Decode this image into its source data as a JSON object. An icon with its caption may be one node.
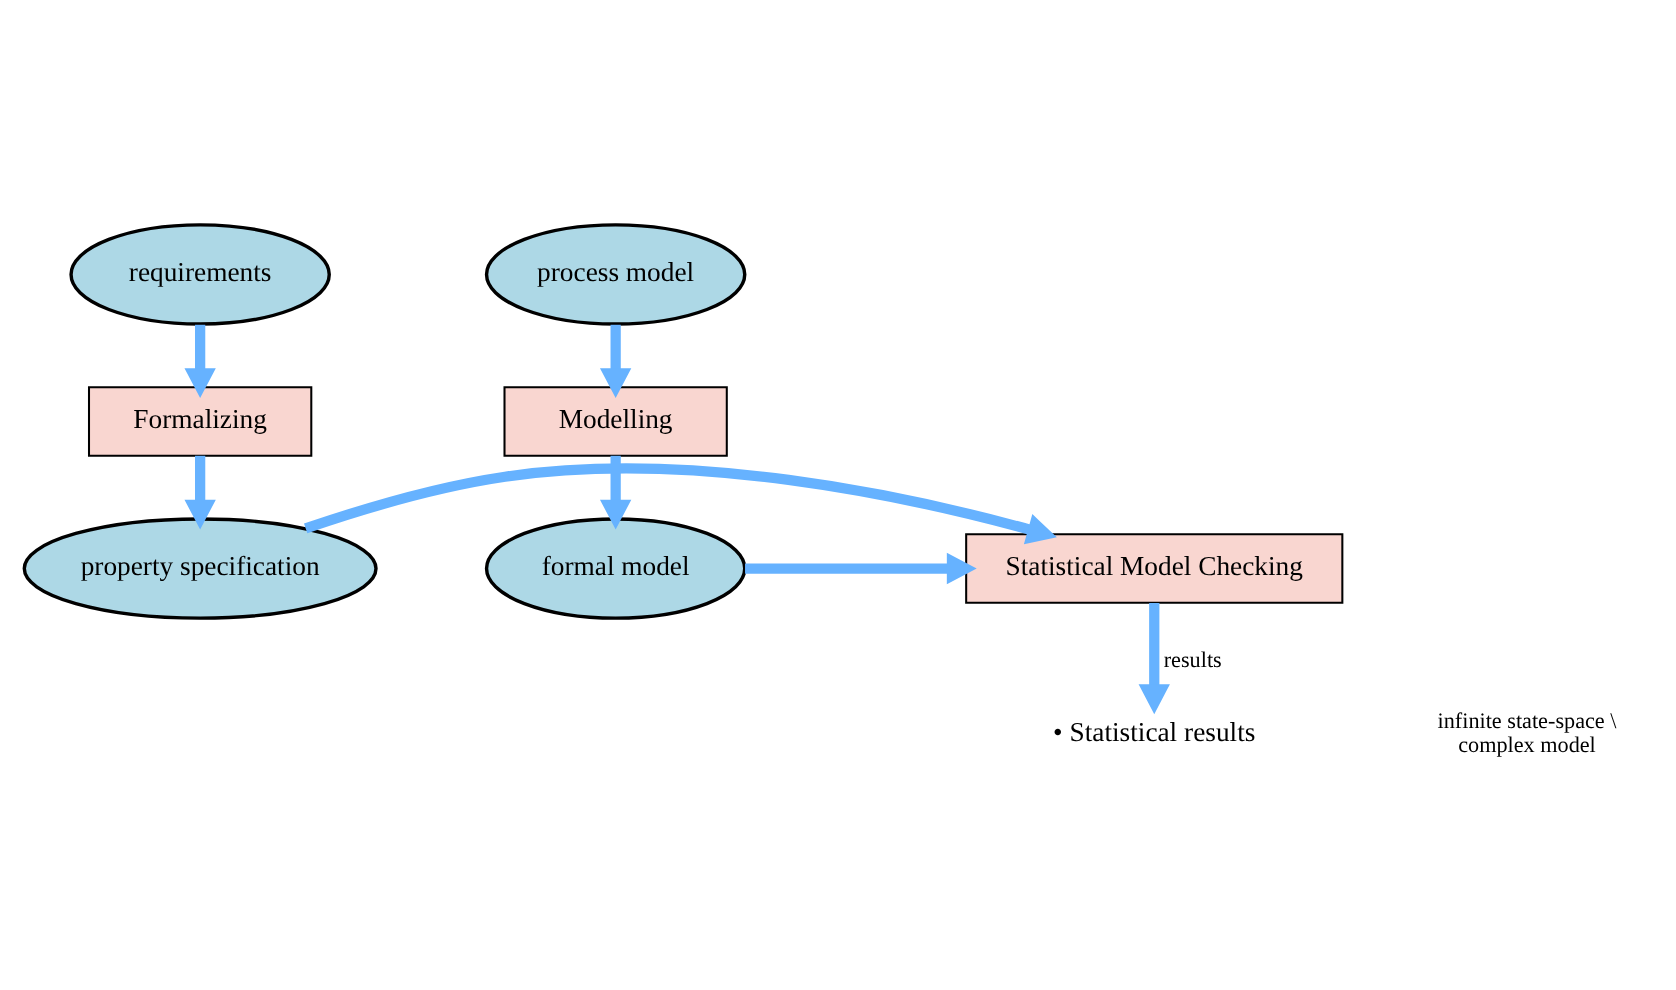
{
  "diagram": {
    "nodes": [
      {
        "text": [
          "requirements"
        ]
      },
      {
        "text": [
          "Formalizing"
        ]
      },
      {
        "text": [
          "property specification"
        ]
      },
      {
        "text": [
          "process model"
        ]
      },
      {
        "text": [
          "Modelling"
        ]
      },
      {
        "text": [
          "formal model"
        ]
      },
      {
        "text": [
          "Statistical Model Checking"
        ]
      },
      {
        "text": [
          "• Statistical results"
        ]
      }
    ],
    "edges": [
      {
        "from": 0,
        "to": 1,
        "arrow": "to"
      },
      {
        "from": 1,
        "to": 2,
        "arrow": "to"
      },
      {
        "from": 3,
        "to": 4,
        "arrow": "to"
      },
      {
        "from": 4,
        "to": 5,
        "arrow": "to"
      },
      {
        "from": 2,
        "to": 6,
        "arrow": "to"
      },
      {
        "from": 5,
        "to": 6,
        "arrow": "to"
      },
      {
        "from": 6,
        "to": 7,
        "arrow": "to",
        "label": "results"
      }
    ],
    "labels": [
      "infinite state-space \\ complex model"
    ]
  }
}
